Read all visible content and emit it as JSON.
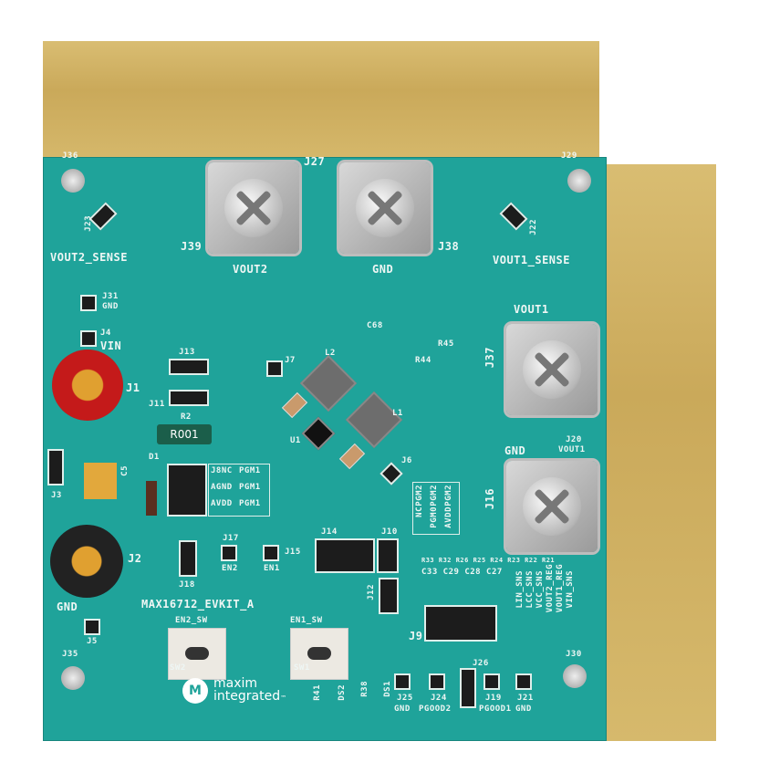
{
  "board": {
    "name": "MAX16712_EVKIT_A",
    "colors": {
      "pcb": "#1fa39a",
      "gold": "#d0b063",
      "silkscreen": "#eef6f4"
    },
    "logo": {
      "line1": "maxim",
      "line2": "integrated",
      "tm": "™",
      "mark": "M"
    },
    "resistor_marking": "R001",
    "diode_marking": "D1",
    "cap_marking": "C5"
  },
  "labels": {
    "j36": "J36",
    "j23": "J23",
    "vout2_sense": "VOUT2_SENSE",
    "j27": "J27",
    "j39": "J39",
    "vout2": "VOUT2",
    "j38": "J38",
    "gnd_top": "GND",
    "j29": "J29",
    "j22": "J22",
    "vout1_sense": "VOUT1_SENSE",
    "j31": "J31",
    "j31gnd": "GND",
    "j4": "J4",
    "vin": "VIN",
    "j1": "J1",
    "j13": "J13",
    "j11": "J11",
    "r2": "R2",
    "j3": "J3",
    "d1": "D1",
    "c5": "C5",
    "j8nc": "J8NC",
    "agnd": "AGND",
    "avdd": "AVDD",
    "pgm1a": "PGM1",
    "pgm1b": "PGM1",
    "pgm1c": "PGM1",
    "j2": "J2",
    "gnd_left": "GND",
    "j18": "J18",
    "j17": "J17",
    "en2": "EN2",
    "j15": "J15",
    "en1": "EN1",
    "j14": "J14",
    "j10": "J10",
    "j12": "J12",
    "j5": "J5",
    "j35": "J35",
    "en2_sw": "EN2_SW",
    "en1_sw": "EN1_SW",
    "sw2": "SW2",
    "sw1": "SW1",
    "j7": "J7",
    "l2": "L2",
    "l1": "L1",
    "u1": "U1",
    "j6": "J6",
    "vout1": "VOUT1",
    "j37": "J37",
    "gnd_right": "GND",
    "j20": "J20",
    "j20v": "VOUT1",
    "j16": "J16",
    "nc": "NC",
    "pgm0": "PGM0",
    "avdd2": "AVDD",
    "pgm2a": "PGM2",
    "pgm2b": "PGM2",
    "pgm2c": "PGM2",
    "rtop": "R33 R32 R26 R25 R24 R23 R22 R21",
    "ctop": "C33 C29 C28 C27",
    "sns": [
      "LIN_SNS",
      "LCC_SNS",
      "VCC_SNS",
      "VOUT2_REG",
      "VOUT1_REG",
      "VIN_SNS"
    ],
    "j9": "J9",
    "j30": "J30",
    "r41": "R41",
    "ds2": "DS2",
    "r38": "R38",
    "ds1": "DS1",
    "j25": "J25",
    "j25g": "GND",
    "j24": "J24",
    "pgood2": "PGOOD2",
    "j26": "J26",
    "j19": "J19",
    "pgood1": "PGOOD1",
    "j21": "J21",
    "j21g": "GND",
    "r45": "R45",
    "r44": "R44",
    "c68": "C68"
  }
}
